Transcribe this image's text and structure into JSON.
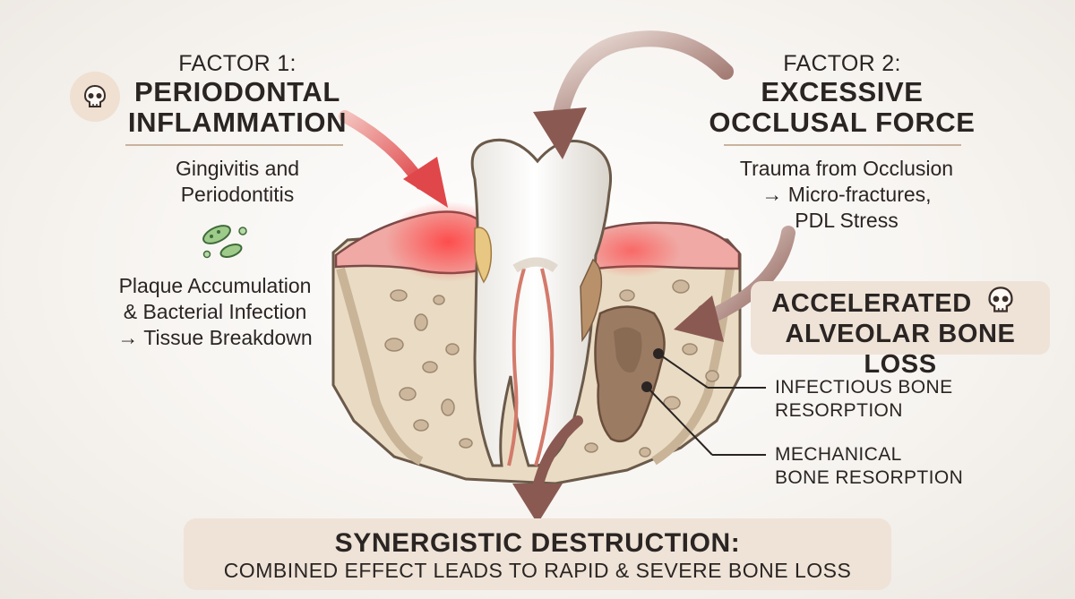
{
  "factor1": {
    "label": "FACTOR 1:",
    "title_line1": "PERIODONTAL",
    "title_line2": "INFLAMMATION",
    "subtitle_line1": "Gingivitis and",
    "subtitle_line2": "Periodontitis",
    "detail_line1": "Plaque Accumulation",
    "detail_line2": "& Bacterial Infection",
    "detail_line3": "→ Tissue Breakdown",
    "icon": "skull-icon"
  },
  "factor2": {
    "label": "FACTOR 2:",
    "title_line1": "EXCESSIVE",
    "title_line2": "OCCLUSAL FORCE",
    "detail_line1": "Trauma from Occlusion",
    "detail_line2": "→ Micro-fractures,",
    "detail_line3": "PDL Stress"
  },
  "outcome": {
    "line1": "ACCELERATED",
    "line2": "ALVEOLAR BONE LOSS",
    "icon": "skull-icon"
  },
  "callouts": {
    "infectious_line1": "INFECTIOUS BONE",
    "infectious_line2": "RESORPTION",
    "mechanical_line1": "MECHANICAL",
    "mechanical_line2": "BONE RESORPTION"
  },
  "summary": {
    "title": "SYNERGISTIC DESTRUCTION:",
    "subtitle": "COMBINED EFFECT LEADS TO RAPID & SEVERE BONE LOSS"
  },
  "colors": {
    "inflammation_red": "#e0474a",
    "force_arrow": "#8a5a52",
    "bone": "#eadcc4",
    "box_fill": "#efe3d7"
  }
}
